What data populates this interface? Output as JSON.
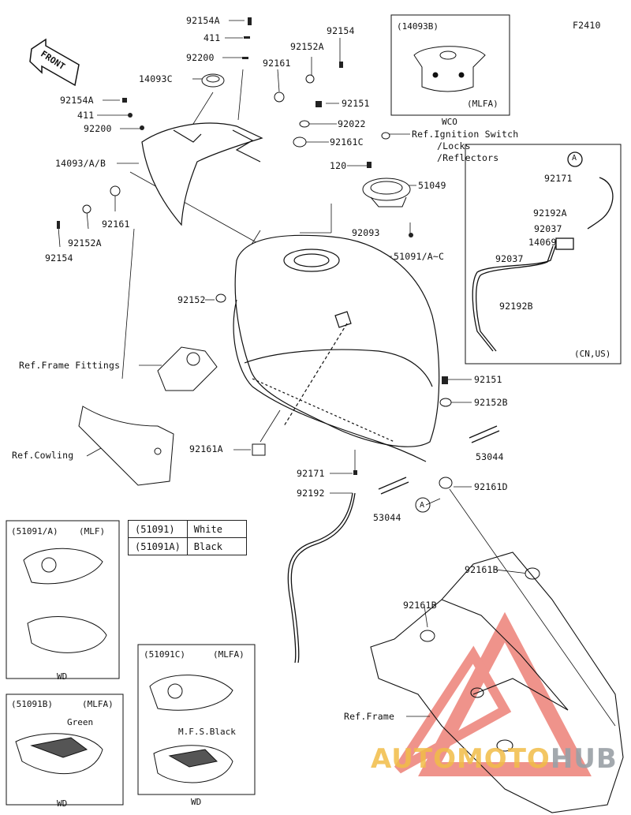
{
  "figure_code": "F2410",
  "front_label": "FRONT",
  "callouts": {
    "p92154A_top": "92154A",
    "p411_top": "411",
    "p92200_top": "92200",
    "p92154_top": "92154",
    "p92152A_top": "92152A",
    "p92161_top": "92161",
    "p14093C": "14093C",
    "p92154A_left": "92154A",
    "p411_left": "411",
    "p92200_left": "92200",
    "p14093AB": "14093/A/B",
    "p92161_left": "92161",
    "p92152A_left": "92152A",
    "p92154_left": "92154",
    "p92151_top": "92151",
    "p92022": "92022",
    "p92161C": "92161C",
    "ref_ignition_1": "Ref.Ignition Switch",
    "ref_ignition_2": "/Locks",
    "ref_ignition_3": "/Reflectors",
    "p120": "120",
    "p51049": "51049",
    "p92093": "92093",
    "p51091AC": "51091/A~C",
    "p92152": "92152",
    "ref_frame_fittings": "Ref.Frame Fittings",
    "ref_cowling": "Ref.Cowling",
    "p92161A": "92161A",
    "p92151_right": "92151",
    "p92152B": "92152B",
    "p53044_right": "53044",
    "p92171_mid": "92171",
    "p92192_mid": "92192",
    "p92161D": "92161D",
    "p53044_mid": "53044",
    "circle_A_mid": "A",
    "p92161B_right": "92161B",
    "p92161B_left": "92161B",
    "ref_frame": "Ref.Frame"
  },
  "inset_14093B": {
    "title": "(14093B)",
    "variant": "(MLFA)",
    "caption": "WCO"
  },
  "inset_hoses": {
    "circle_A": "A",
    "p92171": "92171",
    "p92192A": "92192A",
    "p92037_a": "92037",
    "p14069": "14069",
    "p92037_b": "92037",
    "p92192B": "92192B",
    "markets": "(CN,US)"
  },
  "color_table": [
    {
      "part": "(51091)",
      "color": "White"
    },
    {
      "part": "(51091A)",
      "color": "Black"
    }
  ],
  "inset_51091A": {
    "title": "(51091/A)",
    "variant": "(MLF)",
    "caption": "WD"
  },
  "inset_51091B": {
    "title": "(51091B)",
    "variant": "(MLFA)",
    "note": "Green",
    "caption": "WD"
  },
  "inset_51091C": {
    "title": "(51091C)",
    "variant": "(MLFA)",
    "note": "M.F.S.Black",
    "caption": "WD"
  },
  "watermark": {
    "part1": "AUTOMOTO",
    "part2": "HUB"
  }
}
